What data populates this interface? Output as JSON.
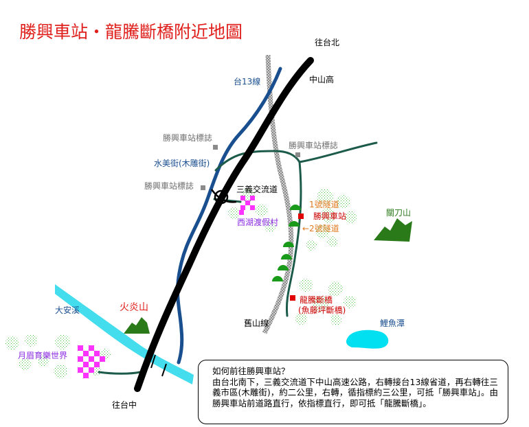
{
  "map": {
    "title": "勝興車站・龍騰斷橋附近地圖",
    "colors": {
      "title": "#e0201c",
      "freeway": "#000000",
      "provincial_road": "#1a4f8f",
      "local_road": "#1c5a4a",
      "railway": "#9a9a9a",
      "river": "#44ddee",
      "tunnel": "#1a9a1a",
      "station_marker": "#e00000",
      "resort": "#ff33ff",
      "mountain": "#2a7a1a",
      "sign": "#8a8a8a"
    },
    "labels": {
      "to_taipei": "往台北",
      "to_taichung": "往台中",
      "sun_yat_sen_freeway": "中山高",
      "route_13": "台13線",
      "shuimei_street": "水美街(木雕街)",
      "station_sign_1": "勝興車站標誌",
      "station_sign_2": "勝興車站標誌",
      "station_sign_3": "勝興車站標誌",
      "sanyi_interchange": "三義交流道",
      "xihu_resort": "西湖渡假村",
      "tunnel_1": "1號隧道",
      "tunnel_2": "←2號隧道",
      "shengxing_station": "勝興車站",
      "guandao_mountain": "關刀山",
      "longteng_bridge": "龍騰斷橋",
      "yutengping_bridge": "(魚藤坪斷橋)",
      "old_mountain_line": "舊山線",
      "liyu_lake": "鯉魚潭",
      "huoyan_mountain": "火炎山",
      "daan_river": "大安溪",
      "yuemei_world": "月眉育樂世界"
    }
  },
  "info": {
    "question": "如何前往勝興車站？",
    "body": "由台北南下，三義交流道下中山高速公路，右轉接台13線省道，再右轉往三義市區(木雕街)，約二公里，右轉，循指標約三公里，可抵「勝興車站」。由勝興車站前道路直行，依指標直行，即可抵「龍騰斷橋」。"
  }
}
